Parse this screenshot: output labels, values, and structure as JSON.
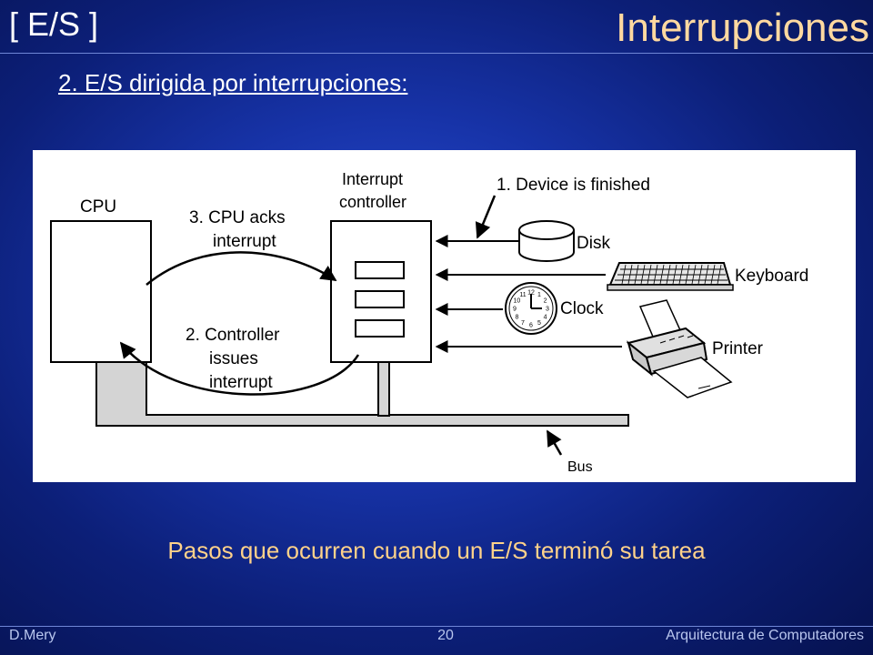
{
  "header": {
    "section_tag": "[ E/S ]",
    "title": "Interrupciones"
  },
  "subtitle": "2. E/S dirigida por interrupciones:",
  "diagram": {
    "cpu_label": "CPU",
    "interrupt_controller_line1": "Interrupt",
    "interrupt_controller_line2": "controller",
    "step1": "1. Device is finished",
    "step3_line1": "3. CPU acks",
    "step3_line2": "interrupt",
    "step2_line1": "2. Controller",
    "step2_line2": "issues",
    "step2_line3": "interrupt",
    "devices": {
      "disk": "Disk",
      "keyboard": "Keyboard",
      "clock": "Clock",
      "printer": "Printer"
    },
    "bus_label": "Bus",
    "clock_numbers": [
      "12",
      "1",
      "2",
      "3",
      "4",
      "5",
      "6",
      "7",
      "8",
      "9",
      "10",
      "11"
    ]
  },
  "caption": "Pasos que ocurren cuando un E/S terminó su tarea",
  "footer": {
    "author": "D.Mery",
    "page": "20",
    "course": "Arquitectura de Computadores"
  }
}
